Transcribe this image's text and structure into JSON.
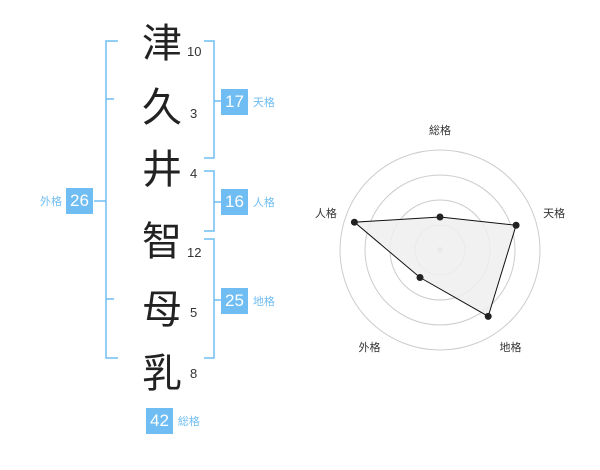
{
  "characters": [
    {
      "char": "津",
      "strokes": "10"
    },
    {
      "char": "久",
      "strokes": "3"
    },
    {
      "char": "井",
      "strokes": "4"
    },
    {
      "char": "智",
      "strokes": "12"
    },
    {
      "char": "母",
      "strokes": "5"
    },
    {
      "char": "乳",
      "strokes": "8"
    }
  ],
  "scores": {
    "tenkaku": {
      "value": "17",
      "label": "天格"
    },
    "jinkaku": {
      "value": "16",
      "label": "人格"
    },
    "chikaku": {
      "value": "25",
      "label": "地格"
    },
    "gaikaku": {
      "value": "26",
      "label": "外格"
    },
    "soukaku": {
      "value": "42",
      "label": "総格"
    }
  },
  "colors": {
    "accent": "#6fbdf2",
    "ring": "#cccccc",
    "fill": "#eeeeee",
    "line": "#111111"
  },
  "chart_data": {
    "type": "radar",
    "axes": [
      "総格",
      "天格",
      "地格",
      "外格",
      "人格"
    ],
    "values": [
      0.33,
      0.8,
      0.82,
      0.34,
      0.9
    ],
    "rings": 4
  }
}
